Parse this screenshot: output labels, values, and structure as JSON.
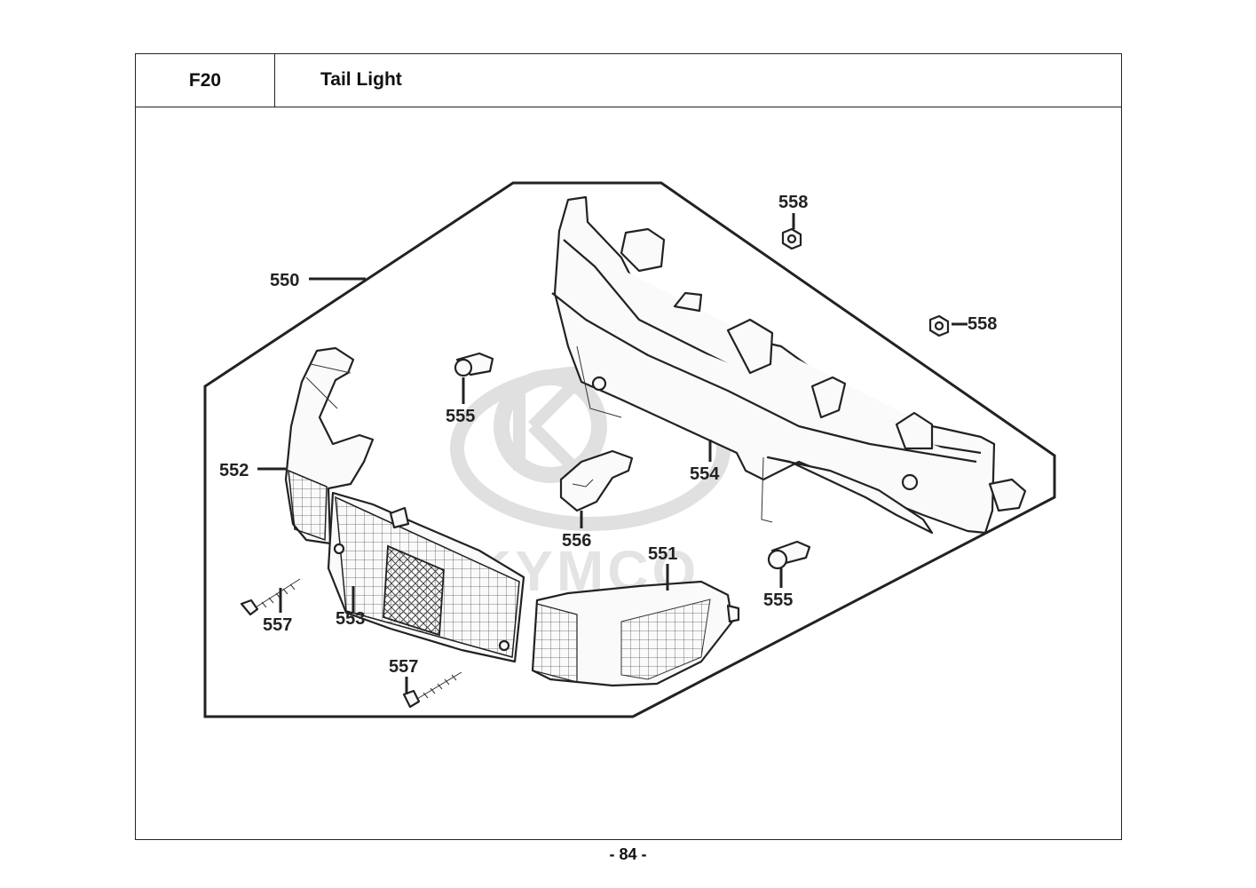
{
  "header": {
    "code": "F20",
    "title": "Tail Light"
  },
  "watermark": {
    "brand": "KYMCO",
    "color": "#c8c8c8"
  },
  "callouts": {
    "c550": "550",
    "c551": "551",
    "c552": "552",
    "c553": "553",
    "c554": "554",
    "c555a": "555",
    "c555b": "555",
    "c556": "556",
    "c557a": "557",
    "c557b": "557",
    "c558a": "558",
    "c558b": "558"
  },
  "footer": {
    "page": "- 84 -"
  }
}
